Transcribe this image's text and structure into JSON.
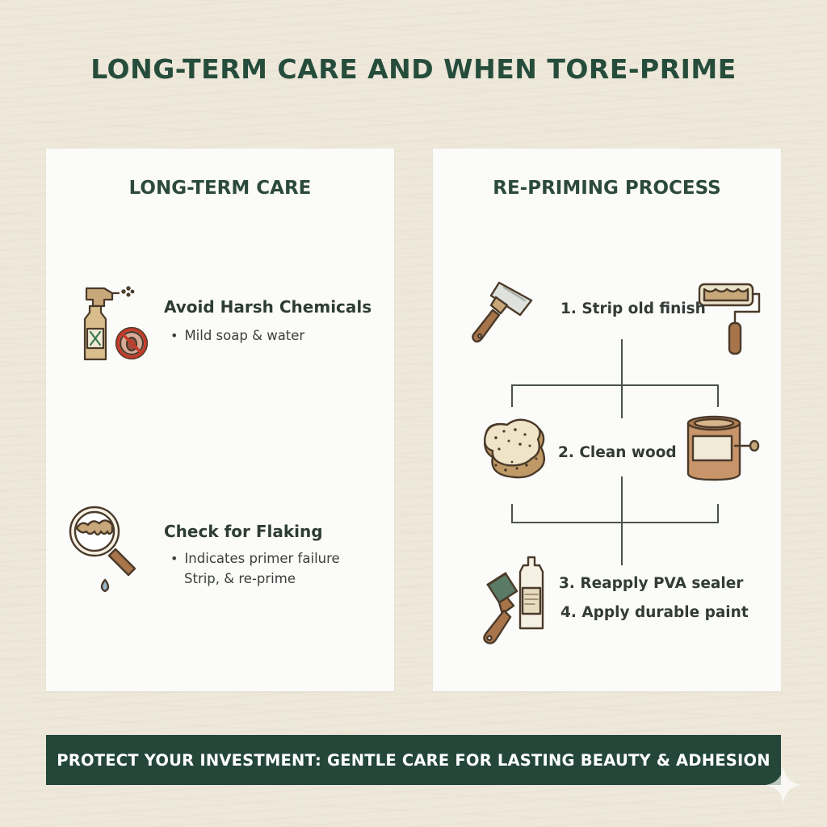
{
  "title": "LONG-TERM CARE AND WHEN TORE-PRIME",
  "left_panel": {
    "heading": "LONG-TERM CARE",
    "items": [
      {
        "title": "Avoid Harsh Chemicals",
        "bullets": [
          "Mild soap & water"
        ],
        "icon": "spray-bottle-icon"
      },
      {
        "title": "Check for Flaking",
        "bullets": [
          "Indicates primer failure",
          "Strip, & re-prime"
        ],
        "icon": "magnifier-icon"
      }
    ]
  },
  "right_panel": {
    "heading": "RE-PRIMING PROCESS",
    "steps": [
      "1. Strip old finish",
      "2. Clean wood",
      "3. Reapply PVA sealer",
      "4. Apply durable paint"
    ],
    "icons": [
      "scraper-icon",
      "paint-roller-icon",
      "sponge-icon",
      "paint-can-icon",
      "paintbrush-icon",
      "glue-bottle-icon"
    ]
  },
  "footer": {
    "text": "PROTECT YOUR INVESTMENT: GENTLE CARE FOR LASTING BEAUTY & ADHESION"
  },
  "colors": {
    "title_green": "#264d3b",
    "footer_bg": "#24473a",
    "icon_tan": "#c8a87a",
    "icon_outline": "#4a3a2a"
  }
}
